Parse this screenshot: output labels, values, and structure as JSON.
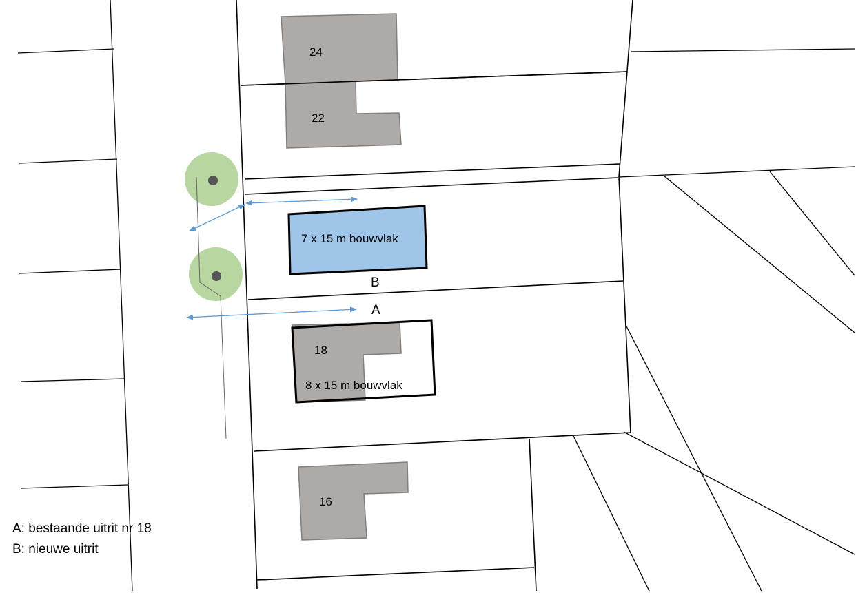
{
  "houses": [
    {
      "number": "24"
    },
    {
      "number": "22"
    },
    {
      "number": "18"
    },
    {
      "number": "16"
    }
  ],
  "building_plots": {
    "new": {
      "label": "7 x 15 m bouwvlak",
      "color": "#9fc5e8"
    },
    "existing": {
      "label": "8 x 15 m bouwvlak"
    }
  },
  "driveways": {
    "a": {
      "marker": "A"
    },
    "b": {
      "marker": "B"
    }
  },
  "legend": {
    "a": "A: bestaande uitrit nr 18",
    "b": "B: nieuwe uitrit"
  },
  "colors": {
    "building": "#aeaaa8",
    "tree_canopy": "#b7d6a0",
    "tree_trunk": "#555555",
    "arrow": "#5b9bd5"
  }
}
